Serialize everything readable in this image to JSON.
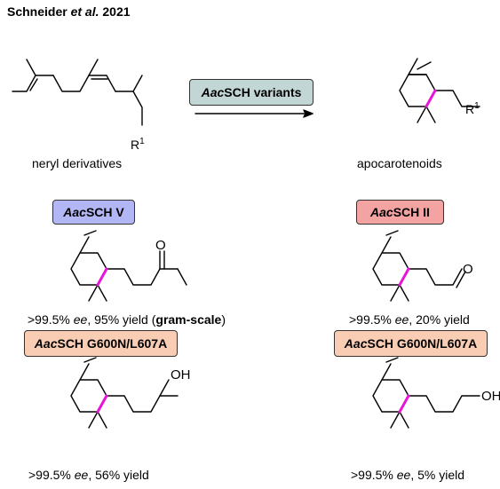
{
  "title": {
    "author": "Schneider",
    "etal": "et al.",
    "year": "2021"
  },
  "reaction": {
    "enzyme_italic": "Aac",
    "enzyme_rest": "SCH variants",
    "substrate_label": "neryl derivatives",
    "substrate_group": "R",
    "substrate_group_sup": "1",
    "product_label": "apocarotenoids",
    "product_group": "R",
    "product_group_sup": "1"
  },
  "examples": [
    {
      "enzyme_italic": "Aac",
      "enzyme_rest": "SCH V",
      "atom": "O",
      "result_prefix": ">99.5% ",
      "result_ee": "ee",
      "result_mid": ", 95% yield (",
      "result_bold": "gram-scale",
      "result_suffix": ")"
    },
    {
      "enzyme_italic": "Aac",
      "enzyme_rest": "SCH II",
      "atom": "O",
      "result_prefix": ">99.5% ",
      "result_ee": "ee",
      "result_mid": ", 20% yield"
    },
    {
      "enzyme_italic": "Aac",
      "enzyme_rest": "SCH G600N/L607A",
      "atom": "OH",
      "result_prefix": ">99.5% ",
      "result_ee": "ee",
      "result_mid": ", 56% yield"
    },
    {
      "enzyme_italic": "Aac",
      "enzyme_rest": "SCH G600N/L607A",
      "atom": "OH",
      "result_prefix": ">99.5% ",
      "result_ee": "ee",
      "result_mid": ", 5% yield"
    }
  ],
  "colors": {
    "teal_box": "#c2d6d5",
    "blue_box": "#b3b6f4",
    "red_box": "#f4a3a3",
    "orange_box": "#f8cdb4",
    "new_bond": "#e815d8"
  }
}
